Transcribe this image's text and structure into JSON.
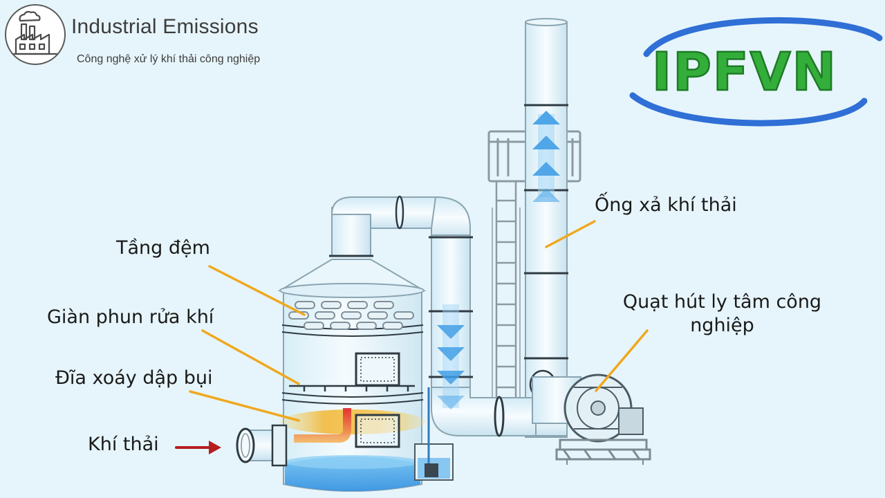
{
  "brand": {
    "title": "Industrial Emissions",
    "subtitle": "Công nghệ xử lý khí thải công nghiệp",
    "logo_icon": "factory-icon"
  },
  "watermark": {
    "text": "IPFVN",
    "text_color": "#2fa63a",
    "ring_color": "#2f6fd6"
  },
  "labels": {
    "packing_layer": "Tầng đệm",
    "spray_rack": "Giàn phun rửa khí",
    "swirl_disc": "Đĩa xoáy dập bụi",
    "exhaust_gas": "Khí thải",
    "exhaust_stack": "Ống xả khí thải",
    "centrifugal_fan": "Quạt hút ly tâm công nghiệp"
  },
  "colors": {
    "background": "#e6f5fb",
    "leader_line": "#f0a81e",
    "inlet_arrow": "#b51e1e",
    "flow_arrow": "#3f9ee6",
    "water": "#4aa3e8"
  },
  "icons": [
    "factory-icon",
    "inlet-arrow-icon",
    "flow-arrow-icon"
  ]
}
